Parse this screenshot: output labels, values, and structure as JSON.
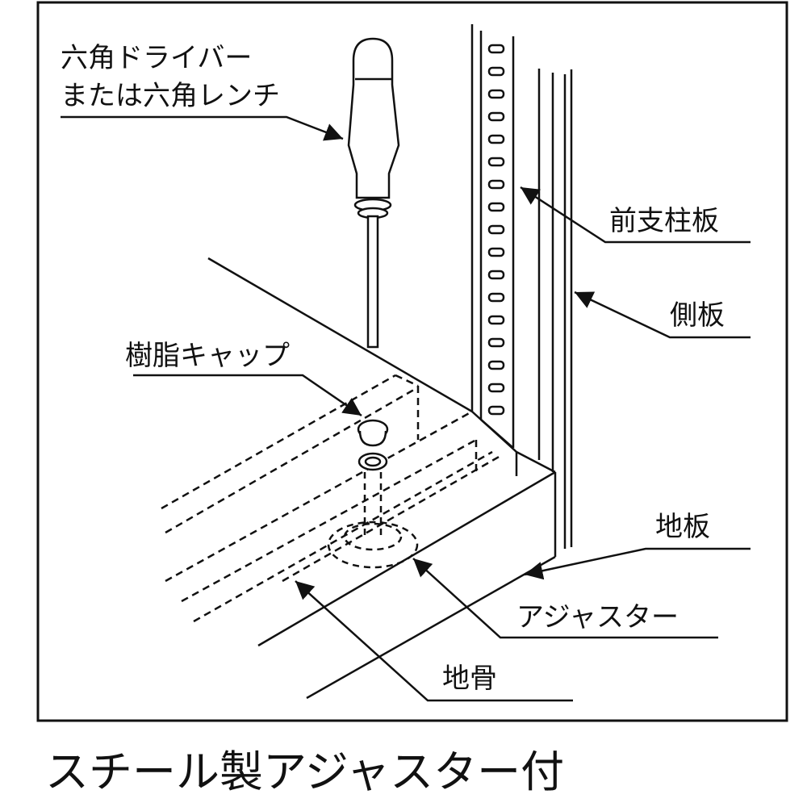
{
  "labels": {
    "hex_tool_line1": "六角ドライバー",
    "hex_tool_line2": "または六角レンチ",
    "front_post": "前支柱板",
    "side_panel": "側板",
    "resin_cap": "樹脂キャップ",
    "floor_panel": "地板",
    "adjuster": "アジャスター",
    "base_frame": "地骨"
  },
  "caption": "スチール製アジャスター付"
}
